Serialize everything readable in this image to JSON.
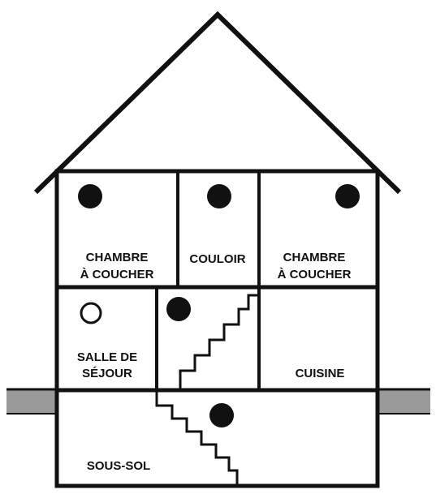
{
  "diagram": {
    "colors": {
      "line": "#111111",
      "ground": "#9a9a9a",
      "background": "#ffffff"
    },
    "rooms": {
      "chambre_gauche": {
        "line1": "CHAMBRE",
        "line2": "À COUCHER",
        "detector": "filled"
      },
      "couloir": {
        "label": "COULOIR",
        "detector": "filled"
      },
      "chambre_droite": {
        "line1": "CHAMBRE",
        "line2": "À COUCHER",
        "detector": "filled"
      },
      "salle_de_sejour": {
        "line1": "SALLE DE",
        "line2": "SÉJOUR",
        "detector": "hollow"
      },
      "escalier": {
        "detector": "filled"
      },
      "cuisine": {
        "label": "CUISINE"
      },
      "sous_sol": {
        "label": "SOUS-SOL",
        "detector": "filled"
      }
    }
  }
}
